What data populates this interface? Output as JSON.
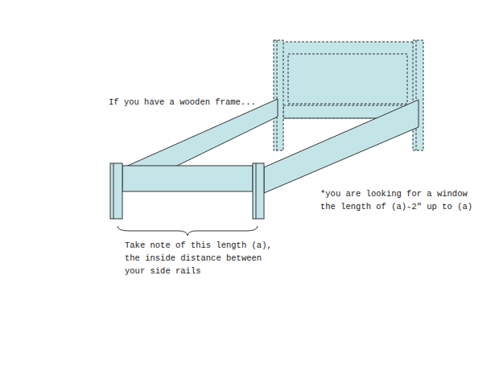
{
  "diagram": {
    "labels": [
      "If you have a wooden frame...",
      "*you are looking for a window the length of (a)-2\" up to (a)",
      "Take note of this length (a), the inside distance between your side rails"
    ]
  }
}
